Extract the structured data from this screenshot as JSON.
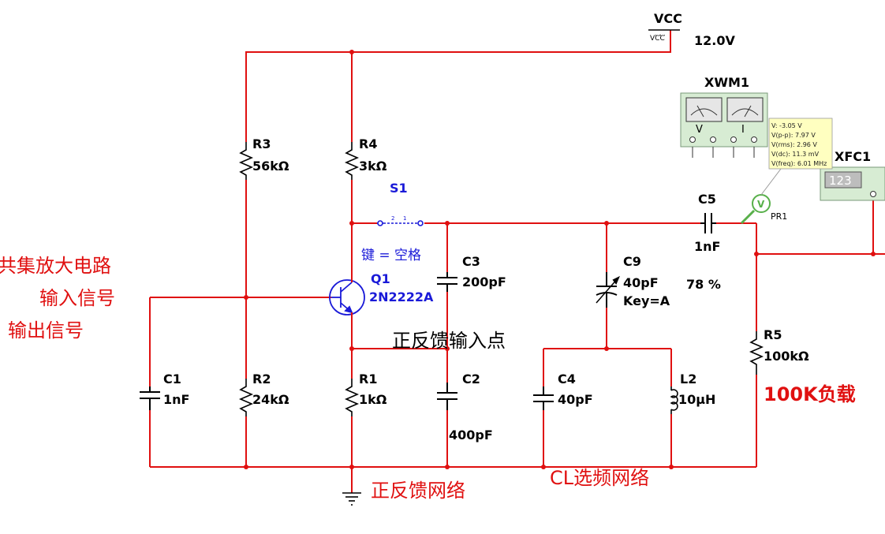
{
  "supply": {
    "name": "VCC",
    "pin_label": "VCC",
    "voltage": "12.0V"
  },
  "components": {
    "R3": {
      "ref": "R3",
      "value": "56kΩ"
    },
    "R4": {
      "ref": "R4",
      "value": "3kΩ"
    },
    "R2": {
      "ref": "R2",
      "value": "24kΩ"
    },
    "R1": {
      "ref": "R1",
      "value": "1kΩ"
    },
    "R5": {
      "ref": "R5",
      "value": "100kΩ"
    },
    "C1": {
      "ref": "C1",
      "value": "1nF"
    },
    "C2": {
      "ref": "C2",
      "value": "400pF"
    },
    "C3": {
      "ref": "C3",
      "value": "200pF"
    },
    "C4": {
      "ref": "C4",
      "value": "40pF"
    },
    "C5": {
      "ref": "C5",
      "value": "1nF"
    },
    "C9": {
      "ref": "C9",
      "value": "40pF",
      "key": "Key=A",
      "percent": "78 %"
    },
    "L2": {
      "ref": "L2",
      "value": "10μH"
    },
    "Q1": {
      "ref": "Q1",
      "model": "2N2222A"
    },
    "S1": {
      "ref": "S1",
      "key": "键 = 空格",
      "pins": [
        "2",
        "1"
      ]
    }
  },
  "instruments": {
    "wattmeter": {
      "ref": "XWM1",
      "v_label": "V",
      "i_label": "I"
    },
    "counter": {
      "ref": "XFC1",
      "display": "123"
    },
    "probe": {
      "ref": "PR1",
      "symbol": "V",
      "readings": [
        "V: -3.05 V",
        "V(p-p): 7.97 V",
        "V(rms): 2.96 V",
        "V(dc): 11.3 mV",
        "V(freq): 6.01 MHz"
      ]
    }
  },
  "annotations": {
    "title": "共集放大电路",
    "input_signal": "输入信号",
    "output_signal": "输出信号",
    "feedback_input": "正反馈输入点",
    "feedback_network": "正反馈网络",
    "cl_network": "CL选频网络",
    "load": "100K负载"
  },
  "colors": {
    "wire": "#e01010",
    "switch": "#1a1ad8",
    "instrument_bg": "#d7ecd3",
    "probe": "#58b04a",
    "tooltip_bg": "#ffffc0"
  }
}
